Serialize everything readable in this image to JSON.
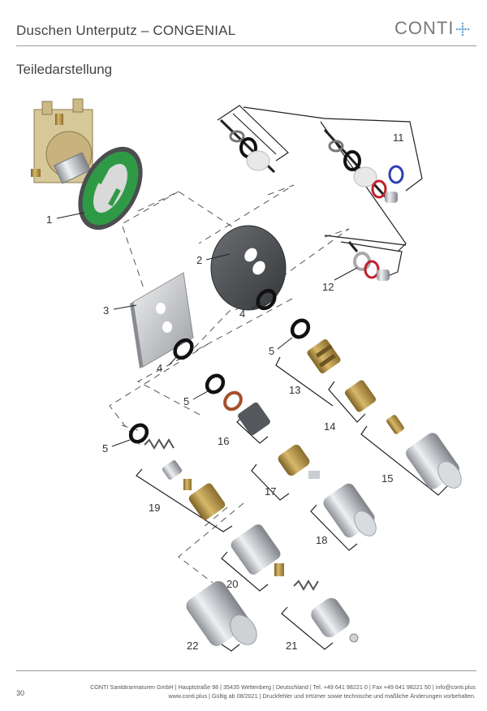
{
  "header": {
    "title": "Duschen Unterputz – CONGENIAL",
    "logo_text": "CONTI",
    "logo_color": "#6fa8d6"
  },
  "section_title": "Teiledarstellung",
  "part_labels": {
    "p1": "1",
    "p2": "2",
    "p3": "3",
    "p4a": "4",
    "p4b": "4",
    "p5a": "5",
    "p5b": "5",
    "p5c": "5",
    "p11": "11",
    "p12": "12",
    "p13": "13",
    "p14": "14",
    "p15": "15",
    "p16": "16",
    "p17": "17",
    "p18": "18",
    "p19": "19",
    "p20": "20",
    "p21": "21",
    "p22": "22"
  },
  "footer": {
    "page_number": "30",
    "line1": "CONTI Sanitärarmaturen GmbH | Hauptstraße 98 | 35435 Wettenberg | Deutschland | Tel. +49 641 98221 0 | Fax +49 641 98221 50 | info@conti.plus",
    "line2": "www.conti.plus | Gültig ab 08/2021 | Druckfehler und Irrtümer sowie technische und maßliche Änderungen vorbehalten."
  },
  "colors": {
    "seal_black": "#111111",
    "seal_red": "#c0202a",
    "seal_blue": "#2f3fb4",
    "seal_brown": "#a5502c",
    "brass": "#b99a52",
    "chrome": "#c9ccd0",
    "plate_dark": "#4a4c50",
    "green_template": "#2f9a46"
  }
}
